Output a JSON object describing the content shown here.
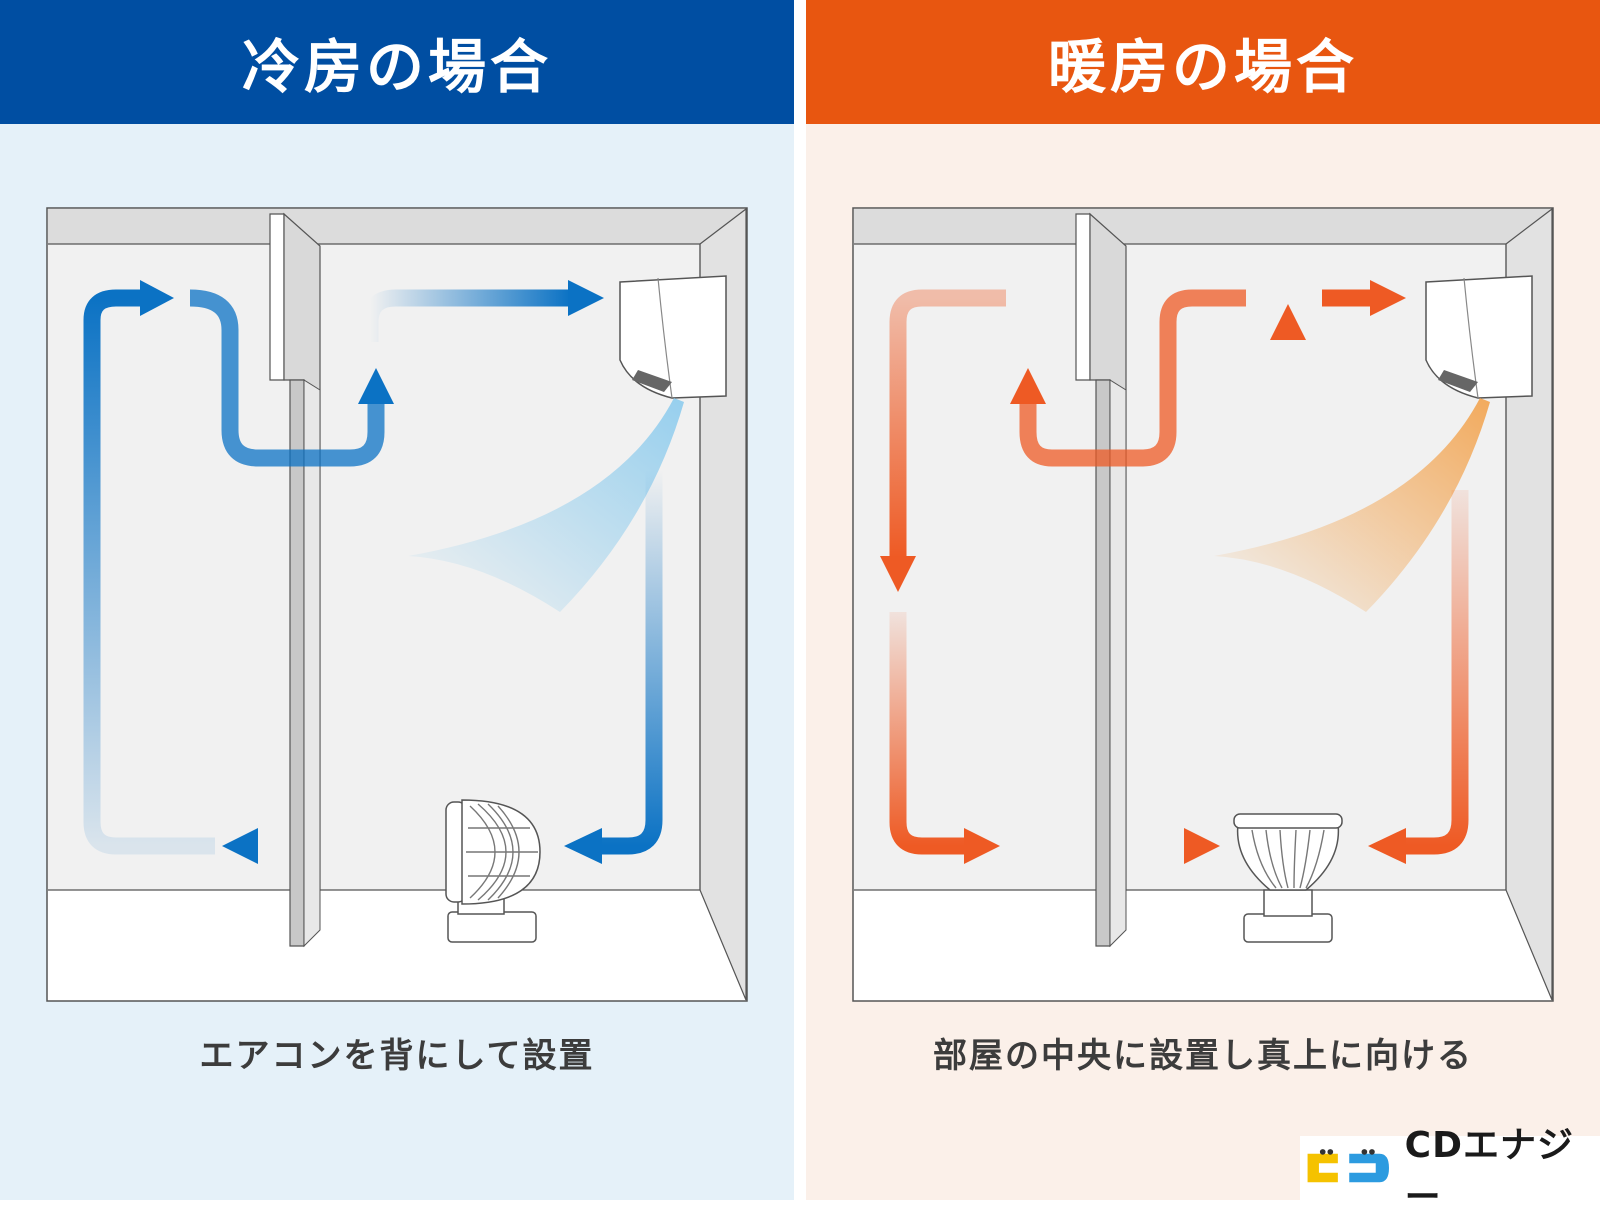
{
  "cooling": {
    "title": "冷房の場合",
    "caption": "エアコンを背にして設置",
    "colors": {
      "header": "#004ea2",
      "background": "#e5f1f9",
      "arrow": "#0b72c4",
      "airflow": "#9dd2ef"
    }
  },
  "heating": {
    "title": "暖房の場合",
    "caption": "部屋の中央に設置し真上に向ける",
    "colors": {
      "header": "#e85610",
      "background": "#fbf0e9",
      "arrow": "#ee5a24",
      "airflow": "#f6b06a"
    }
  },
  "logo": {
    "text": "CDエナジー",
    "icon": "cd-energy-logo-icon"
  }
}
